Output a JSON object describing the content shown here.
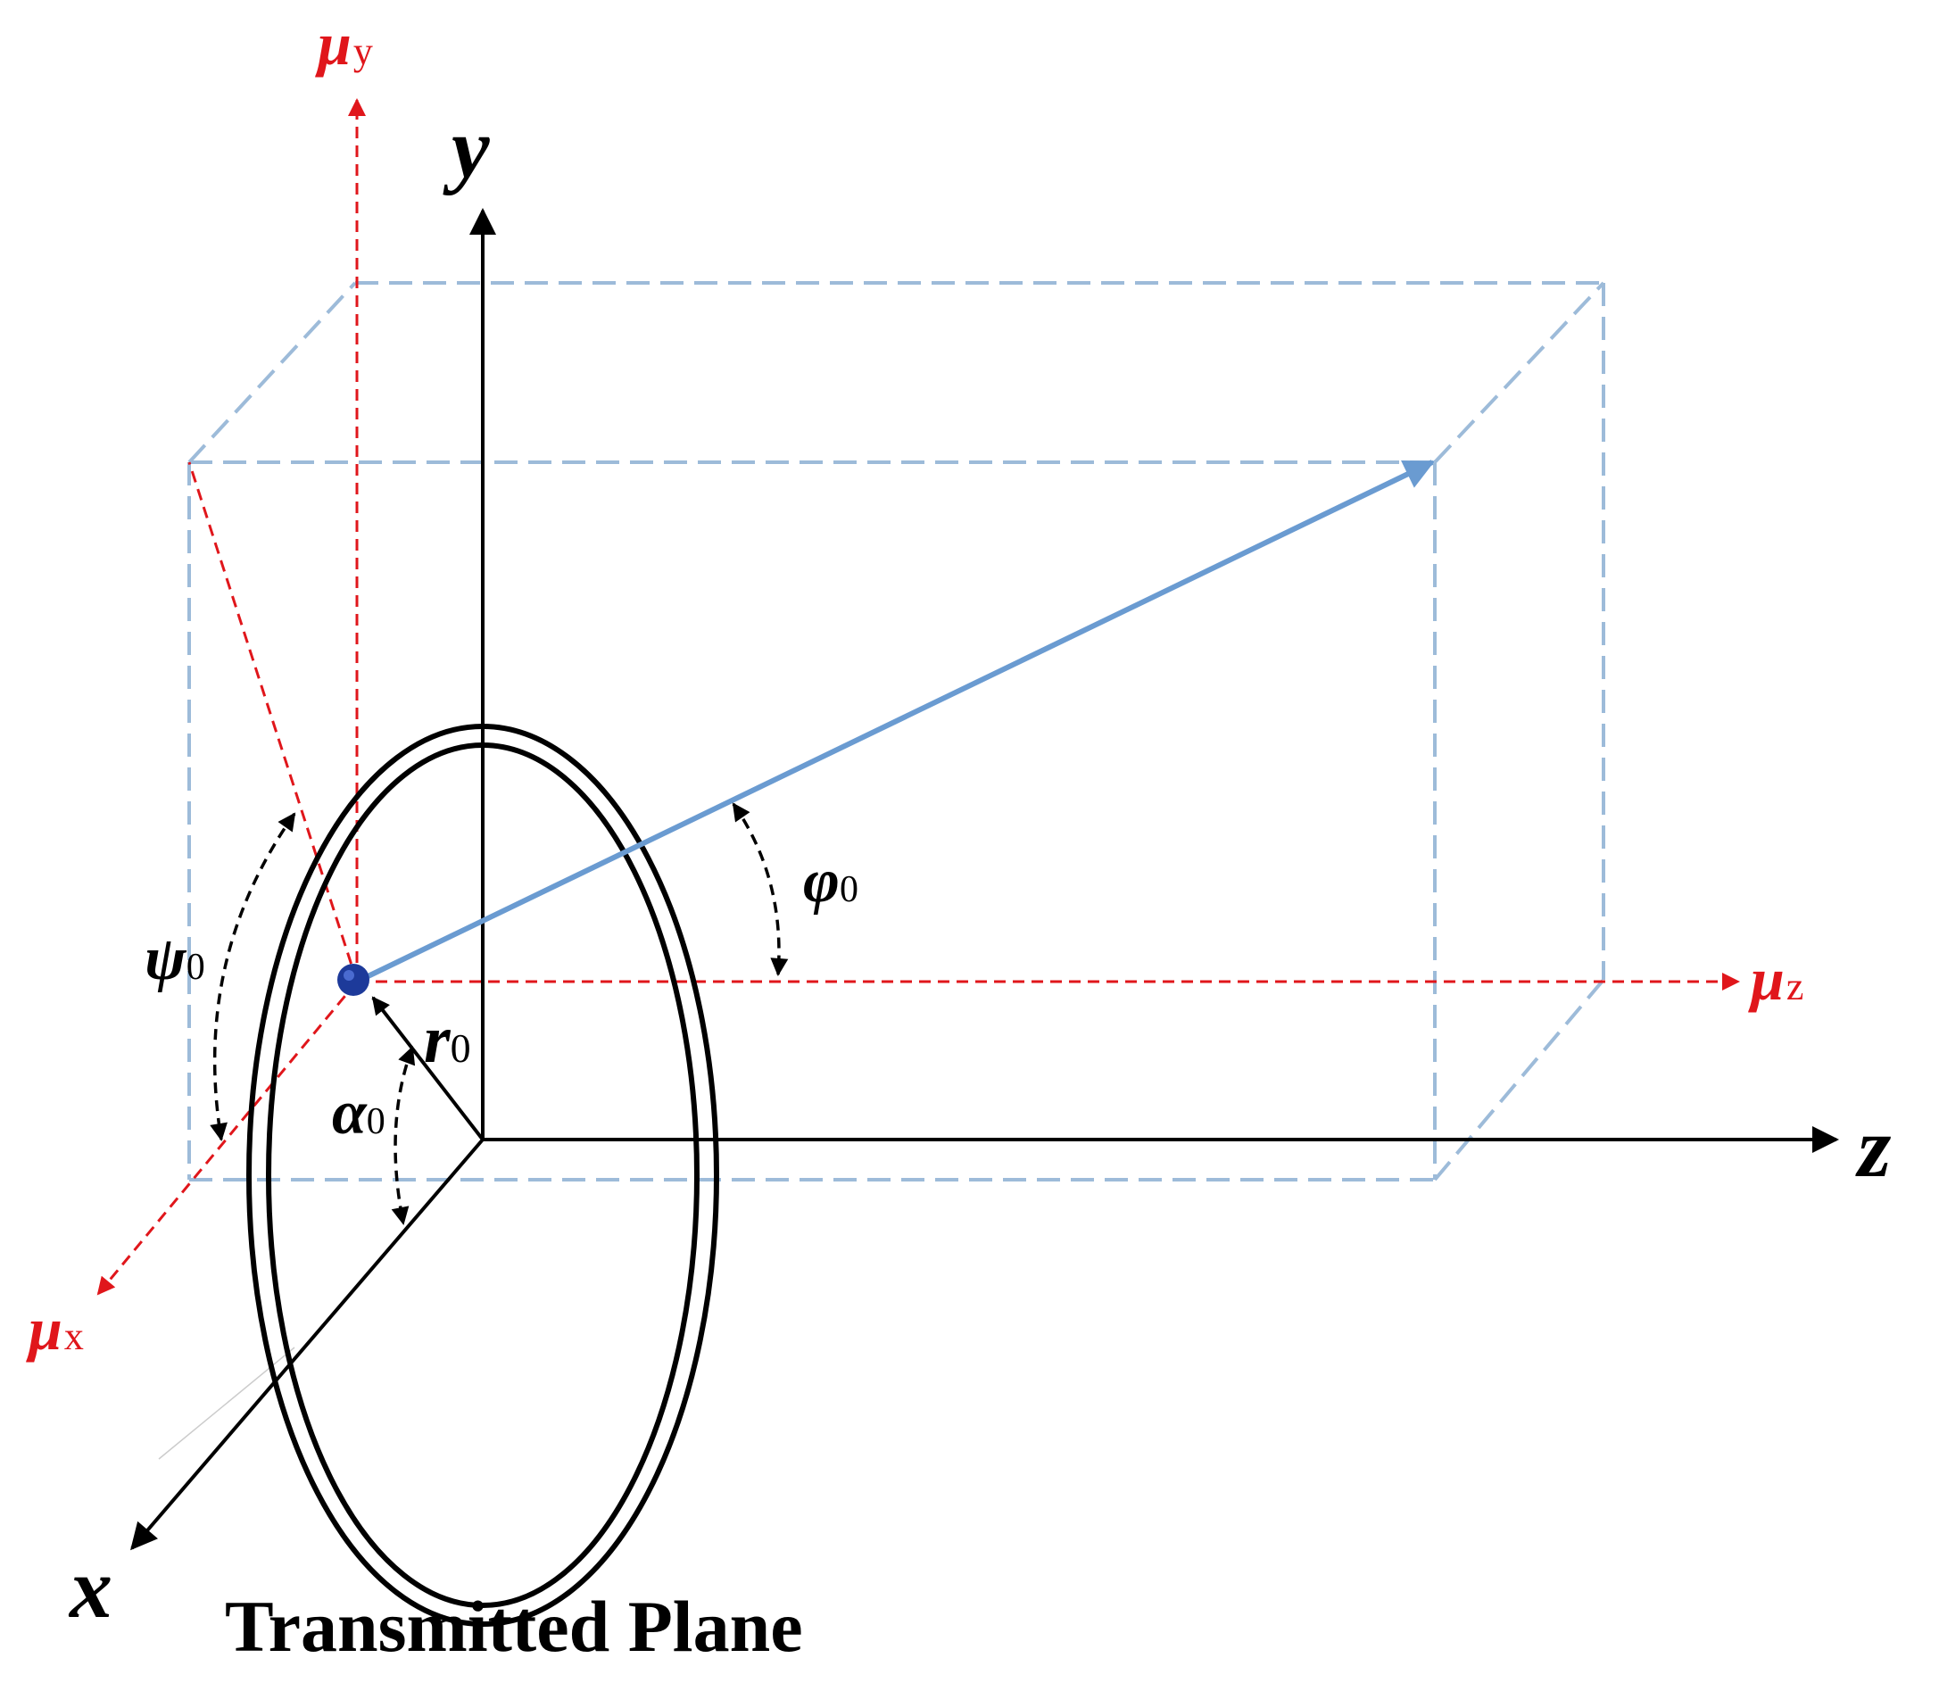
{
  "colors": {
    "axis": "#000000",
    "red_axis": "#e0161b",
    "box": "#9dbbd9",
    "vector": "#6a9bd1",
    "point": "#1d3a9a"
  },
  "labels": {
    "y_axis": "y",
    "z_axis": "z",
    "x_axis": "x",
    "mu": "μ",
    "mu_y_sub": "y",
    "mu_z_sub": "z",
    "mu_x_sub": "x",
    "psi": "ψ",
    "psi_sub": "0",
    "phi": "φ",
    "phi_sub": "0",
    "alpha": "α",
    "alpha_sub": "0",
    "r": "r",
    "r_sub": "0",
    "plane_caption": "Transmitted Plane"
  }
}
